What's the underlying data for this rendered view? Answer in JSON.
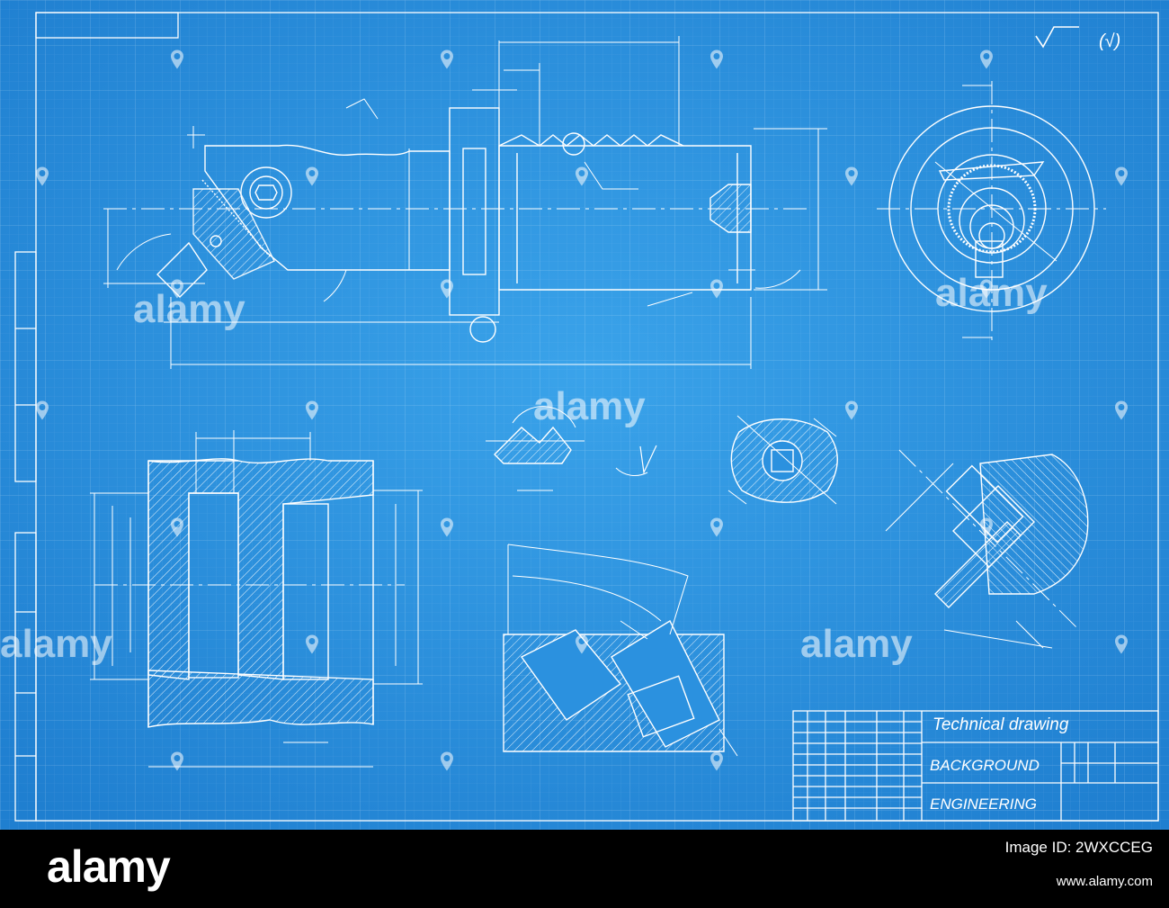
{
  "colors": {
    "sheet_center": "#3aa3ea",
    "sheet_edge": "#1f7fd0",
    "ink": "#ffffff",
    "grid": "#ffffff",
    "footer_bg": "#000000",
    "footer_text": "#ffffff"
  },
  "title_block": {
    "title": "Technical drawing",
    "line2": "BACKGROUND",
    "line3": "ENGINEERING"
  },
  "roughness_mark": "(√)",
  "watermark": {
    "text": "alamy"
  },
  "footer": {
    "logo": "alamy",
    "image_id": "Image ID: 2WXCCEG",
    "url": "www.alamy.com"
  },
  "icons": [
    "roughness-symbol-icon",
    "watermark-pin-icon"
  ]
}
